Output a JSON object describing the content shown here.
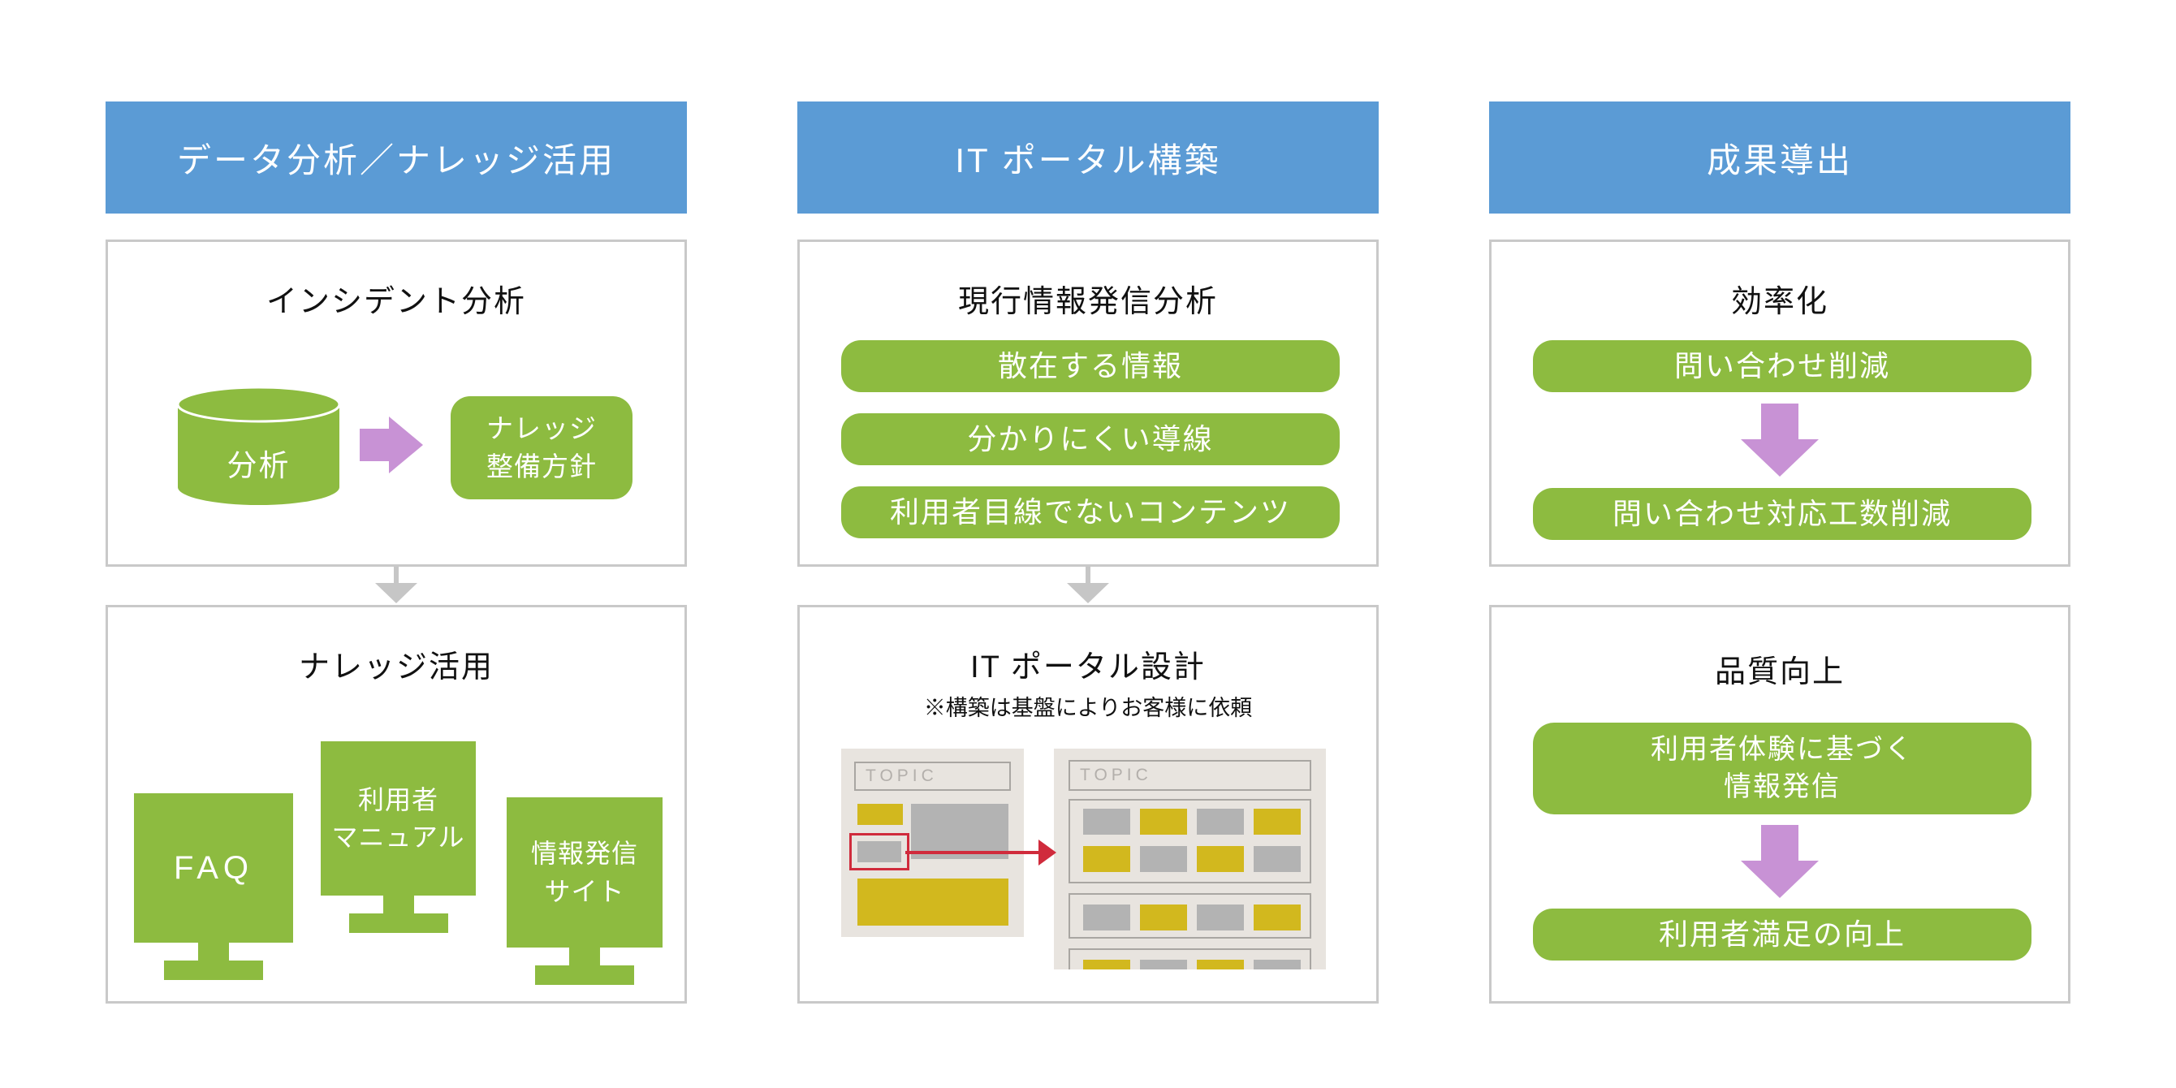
{
  "colors": {
    "header_blue": "#5b9bd5",
    "green": "#8dbb40",
    "purple": "#c892d5",
    "yellow": "#d2b81e",
    "red": "#d02b3c",
    "beige": "#e8e4df",
    "block_gray": "#b3b3b3",
    "card_border_gray": "#c9c9c9",
    "connector_gray": "#c6c6c6"
  },
  "columns": [
    {
      "header": "データ分析／ナレッジ活用",
      "incident_card": {
        "title": "インシデント分析",
        "cylinder_label": "分析",
        "arrow_target": "ナレッジ\n整備方針"
      },
      "knowledge_card": {
        "title": "ナレッジ活用",
        "monitors": [
          "FAQ",
          "利用者\nマニュアル",
          "情報発信\nサイト"
        ]
      }
    },
    {
      "header": "IT ポータル構築",
      "analysis_card": {
        "title": "現行情報発信分析",
        "issues": [
          "散在する情報",
          "分かりにくい導線",
          "利用者目線でないコンテンツ"
        ]
      },
      "design_card": {
        "title": "IT ポータル設計",
        "note": "※構築は基盤によりお客様に依頼",
        "wireframe": {
          "left_topic": "TOPIC",
          "right_topic": "TOPIC"
        }
      }
    },
    {
      "header": "成果導出",
      "efficiency_card": {
        "title": "効率化",
        "flow": [
          "問い合わせ削減",
          "問い合わせ対応工数削減"
        ]
      },
      "quality_card": {
        "title": "品質向上",
        "flow": [
          "利用者体験に基づく\n情報発信",
          "利用者満足の向上"
        ]
      }
    }
  ]
}
